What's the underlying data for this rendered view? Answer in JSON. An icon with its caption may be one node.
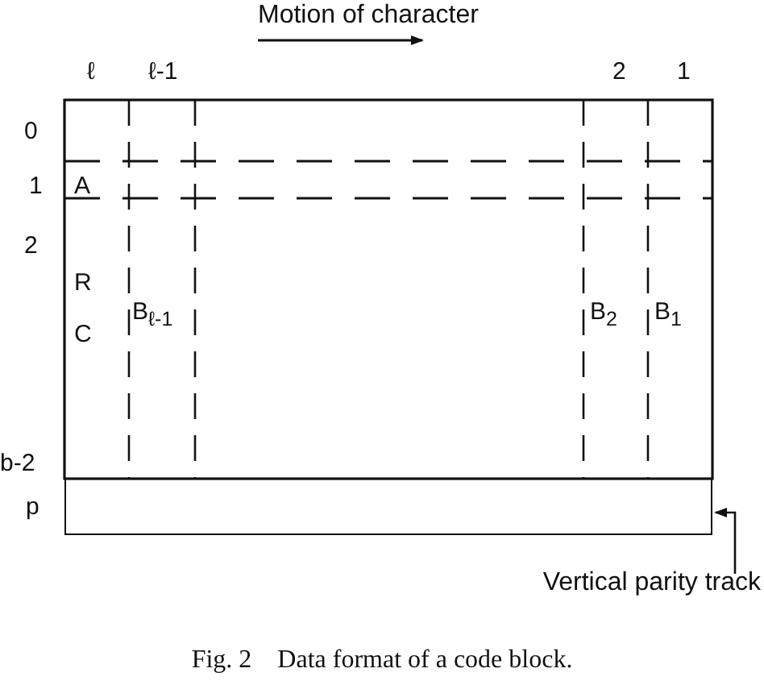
{
  "diagram": {
    "caption": "Fig. 2    Data format of a code block.",
    "nodes": [
      {
        "text": [
          "Vertical parity track"
        ]
      },
      {
        "text": [],
        "shape": "box"
      }
    ],
    "edges": [
      {
        "from": 0,
        "to": 1,
        "arrow": "to"
      }
    ],
    "labels": [
      "Motion of character",
      "ℓ",
      "ℓ-1",
      "2",
      "1",
      "0",
      "1",
      "A",
      "2",
      "R",
      "B$_{ℓ-1}$",
      "B$_{2}$",
      "B$_{1}$",
      "C",
      "b-2",
      "p"
    ]
  }
}
